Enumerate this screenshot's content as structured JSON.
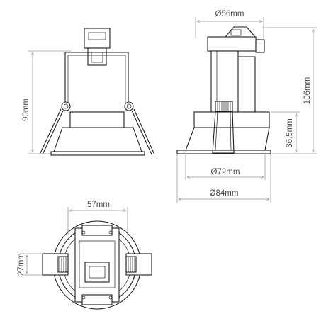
{
  "dimensions": {
    "front_height": "90mm",
    "top_diameter": "Ø56mm",
    "total_height": "106mm",
    "bezel_height": "36.5mm",
    "cutout_diameter": "Ø72mm",
    "outer_diameter": "Ø84mm",
    "bottom_width": "57mm",
    "bottom_height": "27mm"
  },
  "colors": {
    "line": "#1e1e1e",
    "dimension": "#9a9a9a",
    "text": "#4a4a4a",
    "background": "#ffffff"
  }
}
